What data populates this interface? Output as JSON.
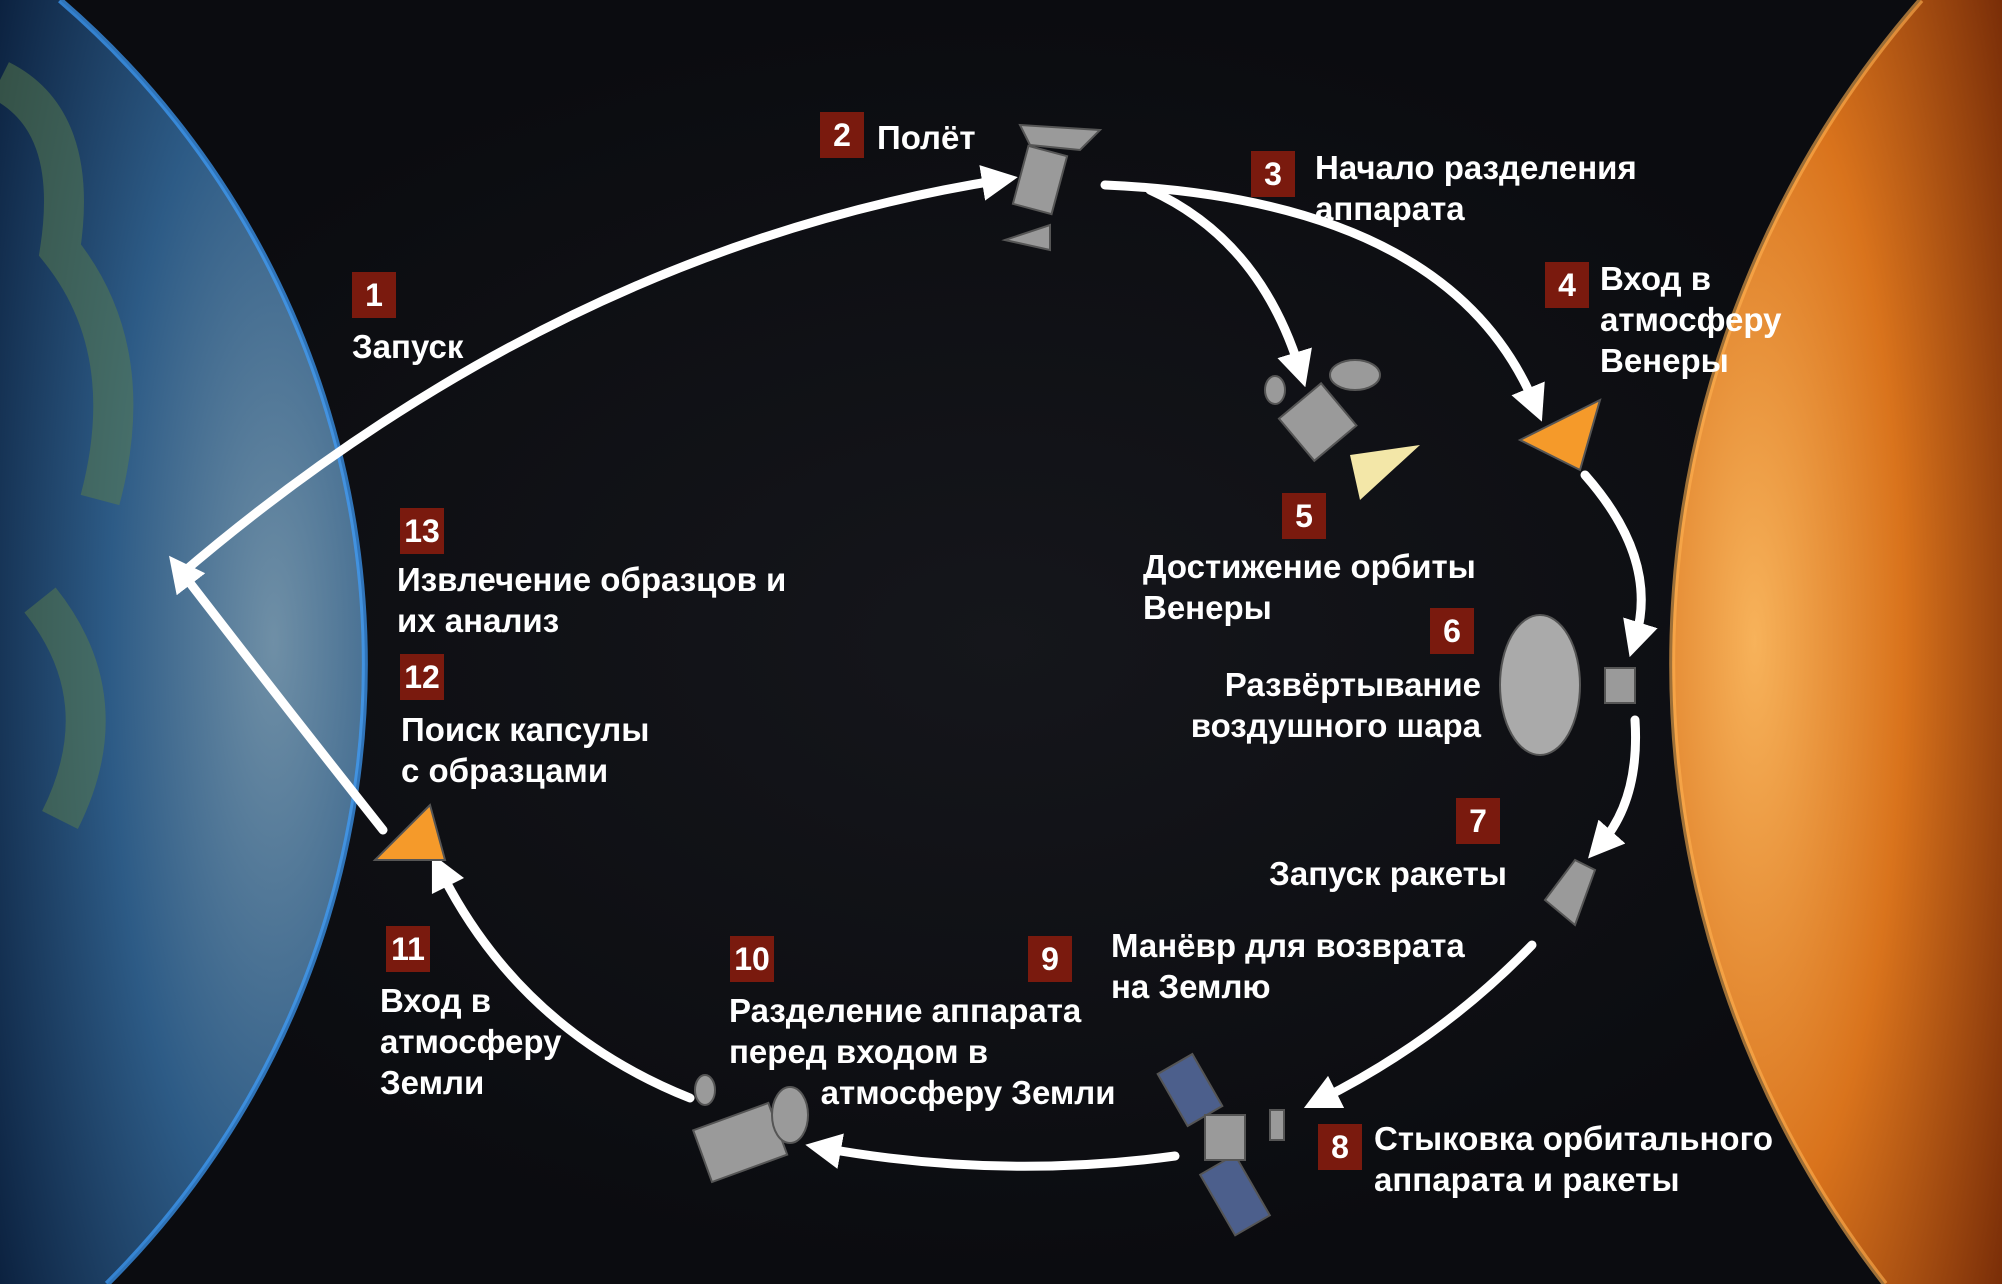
{
  "steps": [
    {
      "n": "1",
      "label": "Запуск"
    },
    {
      "n": "2",
      "label": "Полёт"
    },
    {
      "n": "3",
      "label": "Начало разделения\nаппарата"
    },
    {
      "n": "4",
      "label": "Вход в\nатмосферу\nВенеры"
    },
    {
      "n": "5",
      "label": "Достижение орбиты\nВенеры"
    },
    {
      "n": "6",
      "label": "Развёртывание\nвоздушного шара"
    },
    {
      "n": "7",
      "label": "Запуск ракеты"
    },
    {
      "n": "8",
      "label": "Стыковка орбитального\nаппарата и ракеты"
    },
    {
      "n": "9",
      "label": "Манёвр для возврата\nна Землю"
    },
    {
      "n": "10",
      "label": "Разделение аппарата\nперед входом в\n          атмосферу Земли"
    },
    {
      "n": "11",
      "label": "Вход в\nатмосферу\nЗемли"
    },
    {
      "n": "12",
      "label": "Поиск капсулы\nс образцами"
    },
    {
      "n": "13",
      "label": "Извлечение образцов и\nих анализ"
    }
  ],
  "colors": {
    "badge": "#7a1a0e",
    "earth": "#2a5a8a",
    "venus": "#d9731c"
  }
}
